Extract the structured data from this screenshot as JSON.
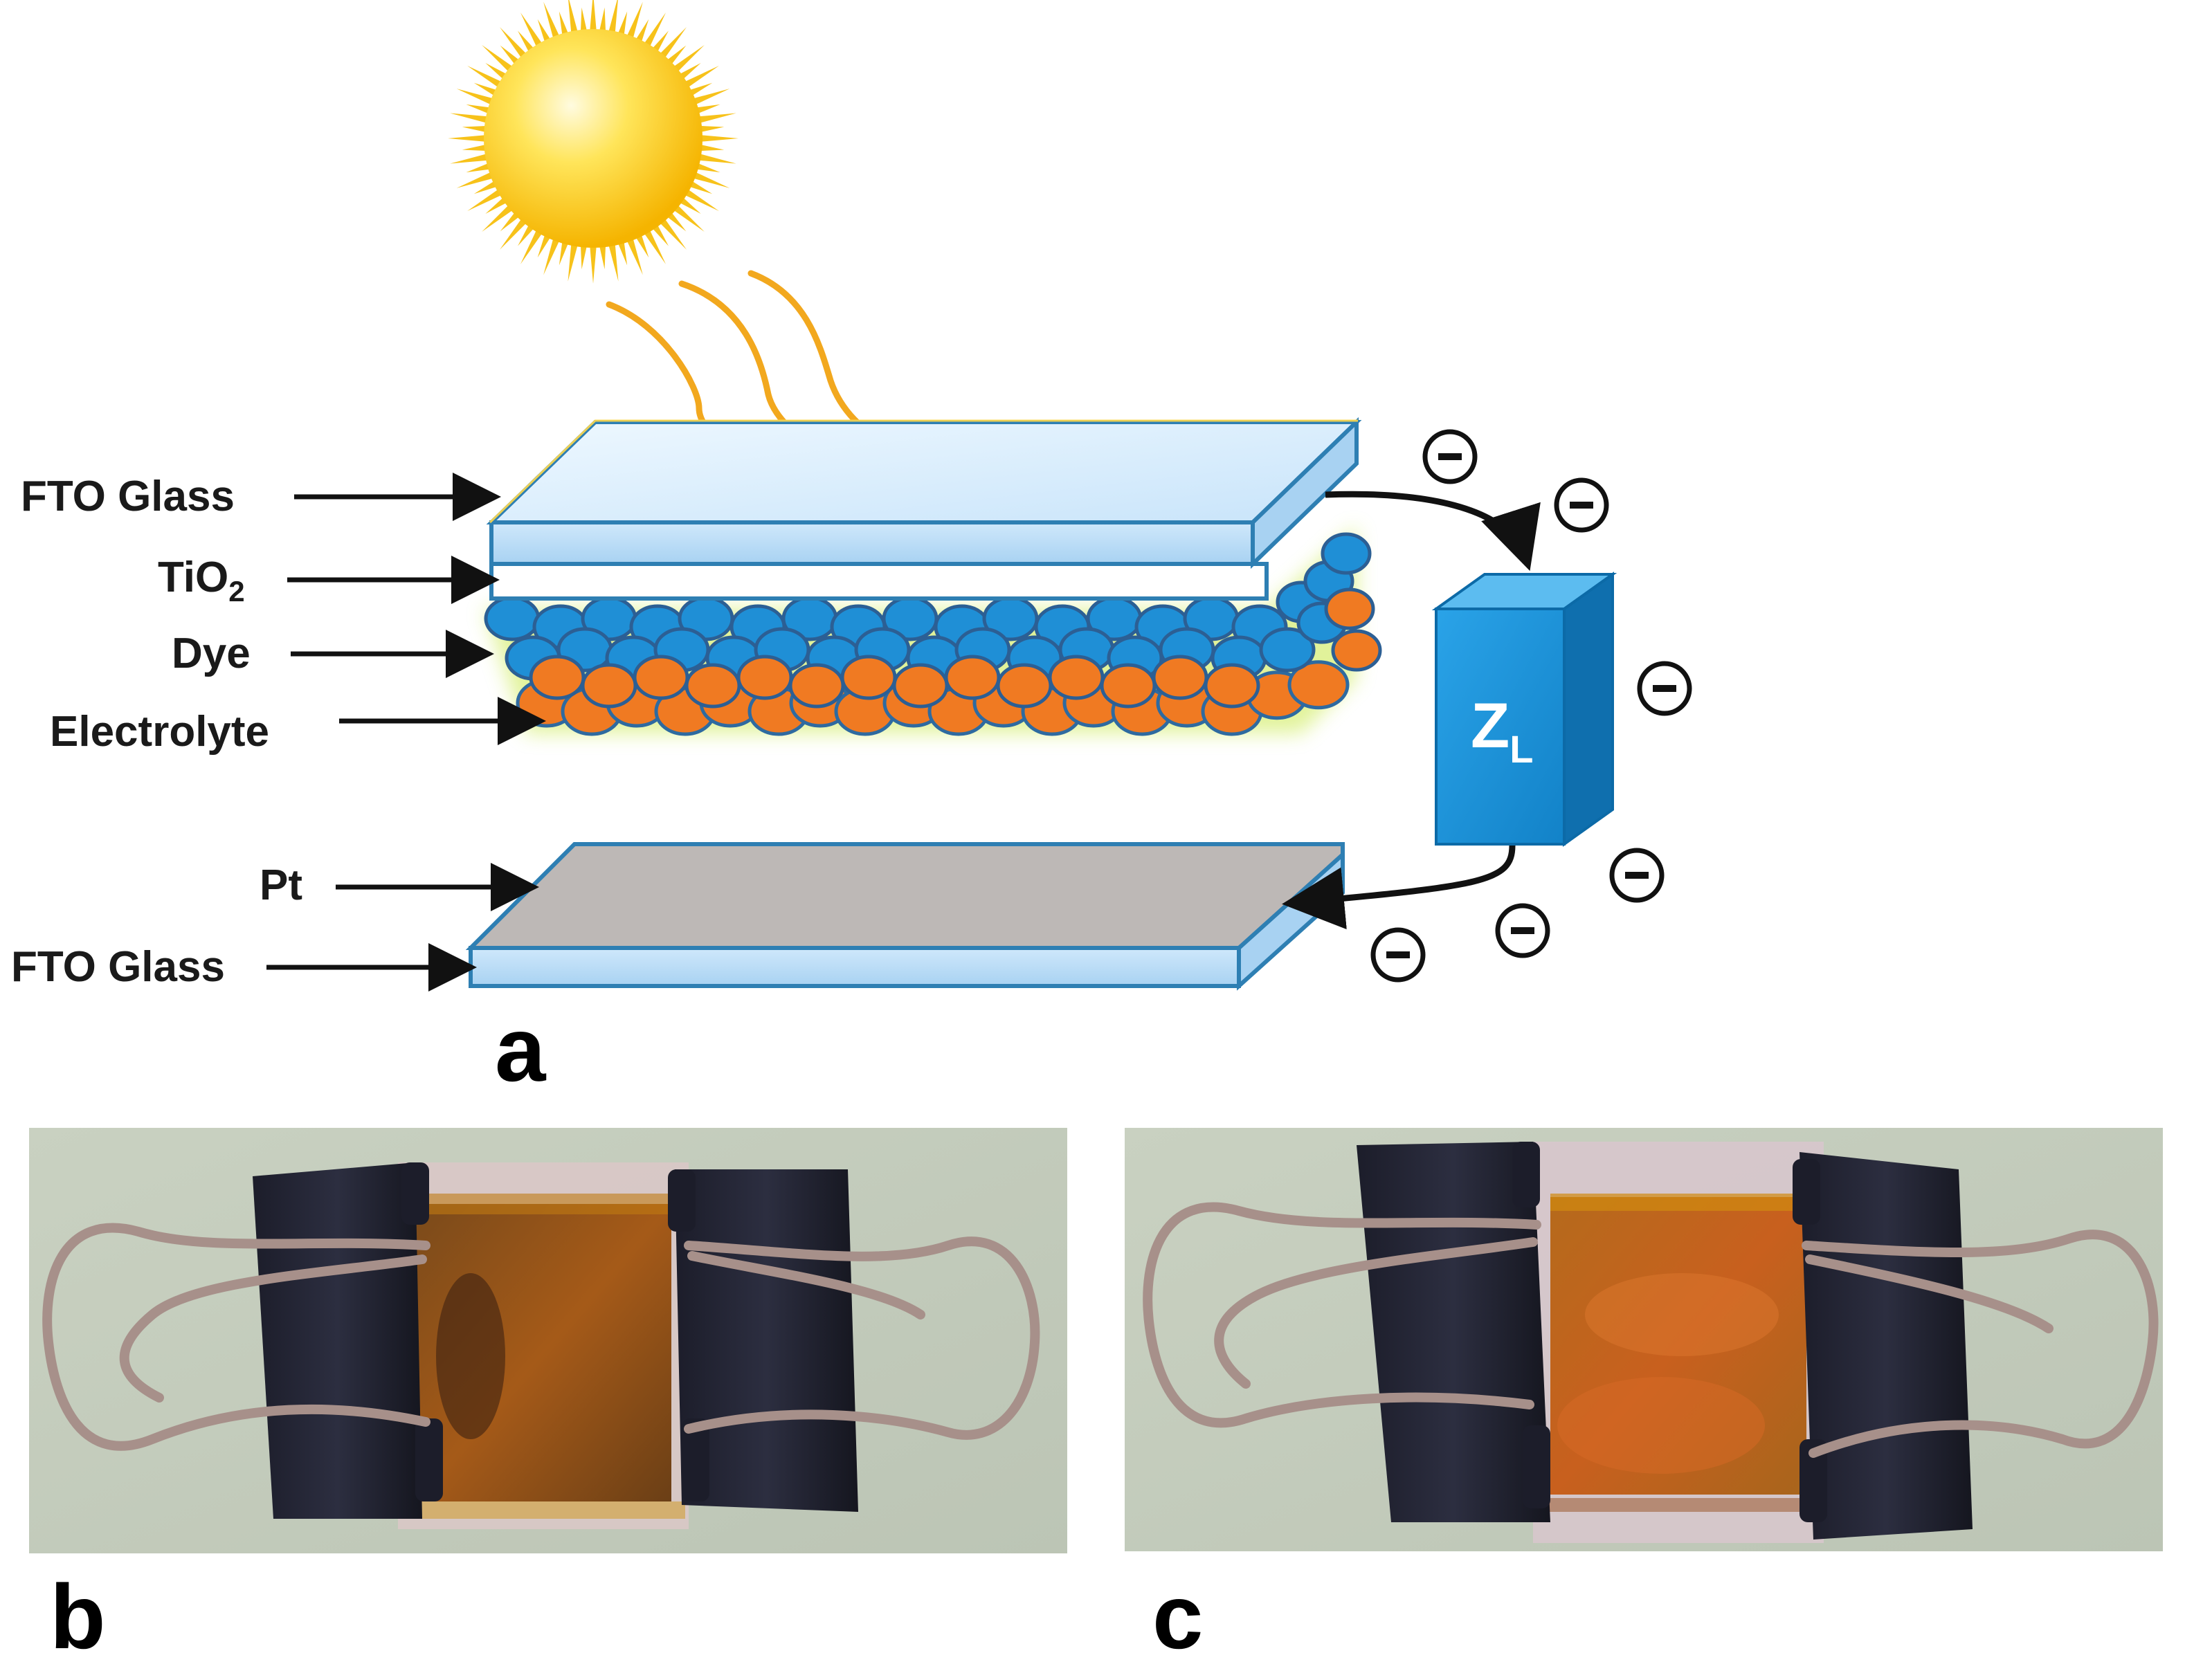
{
  "diagram": {
    "labels": {
      "fto_top": "FTO Glass",
      "tio2_base": "TiO",
      "tio2_sub": "2",
      "dye": "Dye",
      "electrolyte": "Electrolyte",
      "pt": "Pt",
      "fto_bottom": "FTO Glass"
    },
    "load": {
      "main": "Z",
      "sub": "L"
    },
    "electron_symbol": "−",
    "panel_labels": {
      "a": "a",
      "b": "b",
      "c": "c"
    },
    "colors": {
      "glass_face": "#dcefff",
      "glass_edge": "#2e7fb3",
      "dye_particle": "#1f8fd6",
      "electrolyte_particle": "#f07a22",
      "load_box": "#1a90d6",
      "platinum": "#bdb8b6",
      "sun": "#ffd31a",
      "rays": "#f2a81e"
    }
  }
}
